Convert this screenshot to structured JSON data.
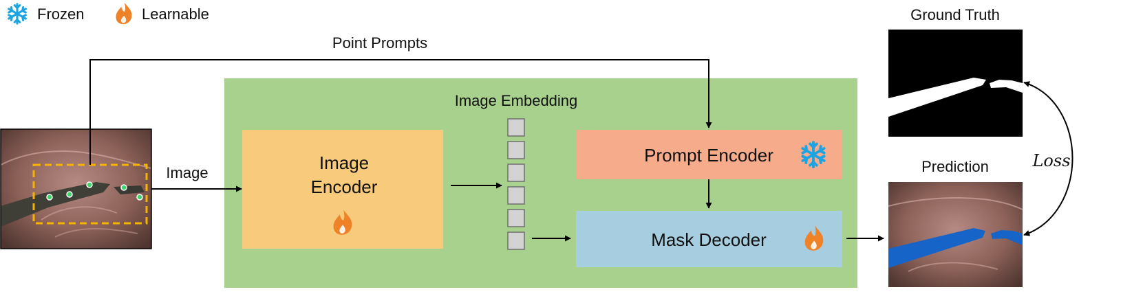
{
  "legend": {
    "frozen_label": "Frozen",
    "frozen_icon": "snowflake-icon",
    "learnable_label": "Learnable",
    "learnable_icon": "flame-icon"
  },
  "labels": {
    "point_prompts": "Point Prompts",
    "image": "Image",
    "image_embedding": "Image Embedding",
    "ground_truth": "Ground Truth",
    "prediction": "Prediction",
    "loss": "Loss"
  },
  "blocks": {
    "image_encoder_line1": "Image",
    "image_encoder_line2": "Encoder",
    "prompt_encoder": "Prompt Encoder",
    "mask_decoder": "Mask Decoder"
  },
  "colors": {
    "model_panel": "#a8d18e",
    "image_encoder": "#f8ca7b",
    "prompt_encoder": "#f6ab8b",
    "mask_decoder": "#a7cde0",
    "embedding_cell": "#d3d3d3",
    "snowflake": "#1ba4e3",
    "flame": "#ef8127",
    "prompt_box": "#f5b400",
    "prediction_mask": "#1764c8"
  }
}
